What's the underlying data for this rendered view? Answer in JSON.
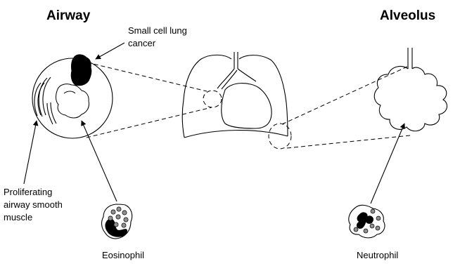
{
  "airway": {
    "title": "Airway"
  },
  "alveolus": {
    "title": "Alveolus"
  },
  "labels": {
    "small_cell_line1": "Small cell lung",
    "small_cell_line2": "cancer",
    "proliferating_line1": "Proliferating",
    "proliferating_line2": "airway smooth",
    "proliferating_line3": "muscle",
    "eosinophil": "Eosinophil",
    "neutrophil": "Neutrophil"
  },
  "colors": {
    "ink": "#000000",
    "granule": "#8f8f8f",
    "background": "#ffffff"
  }
}
